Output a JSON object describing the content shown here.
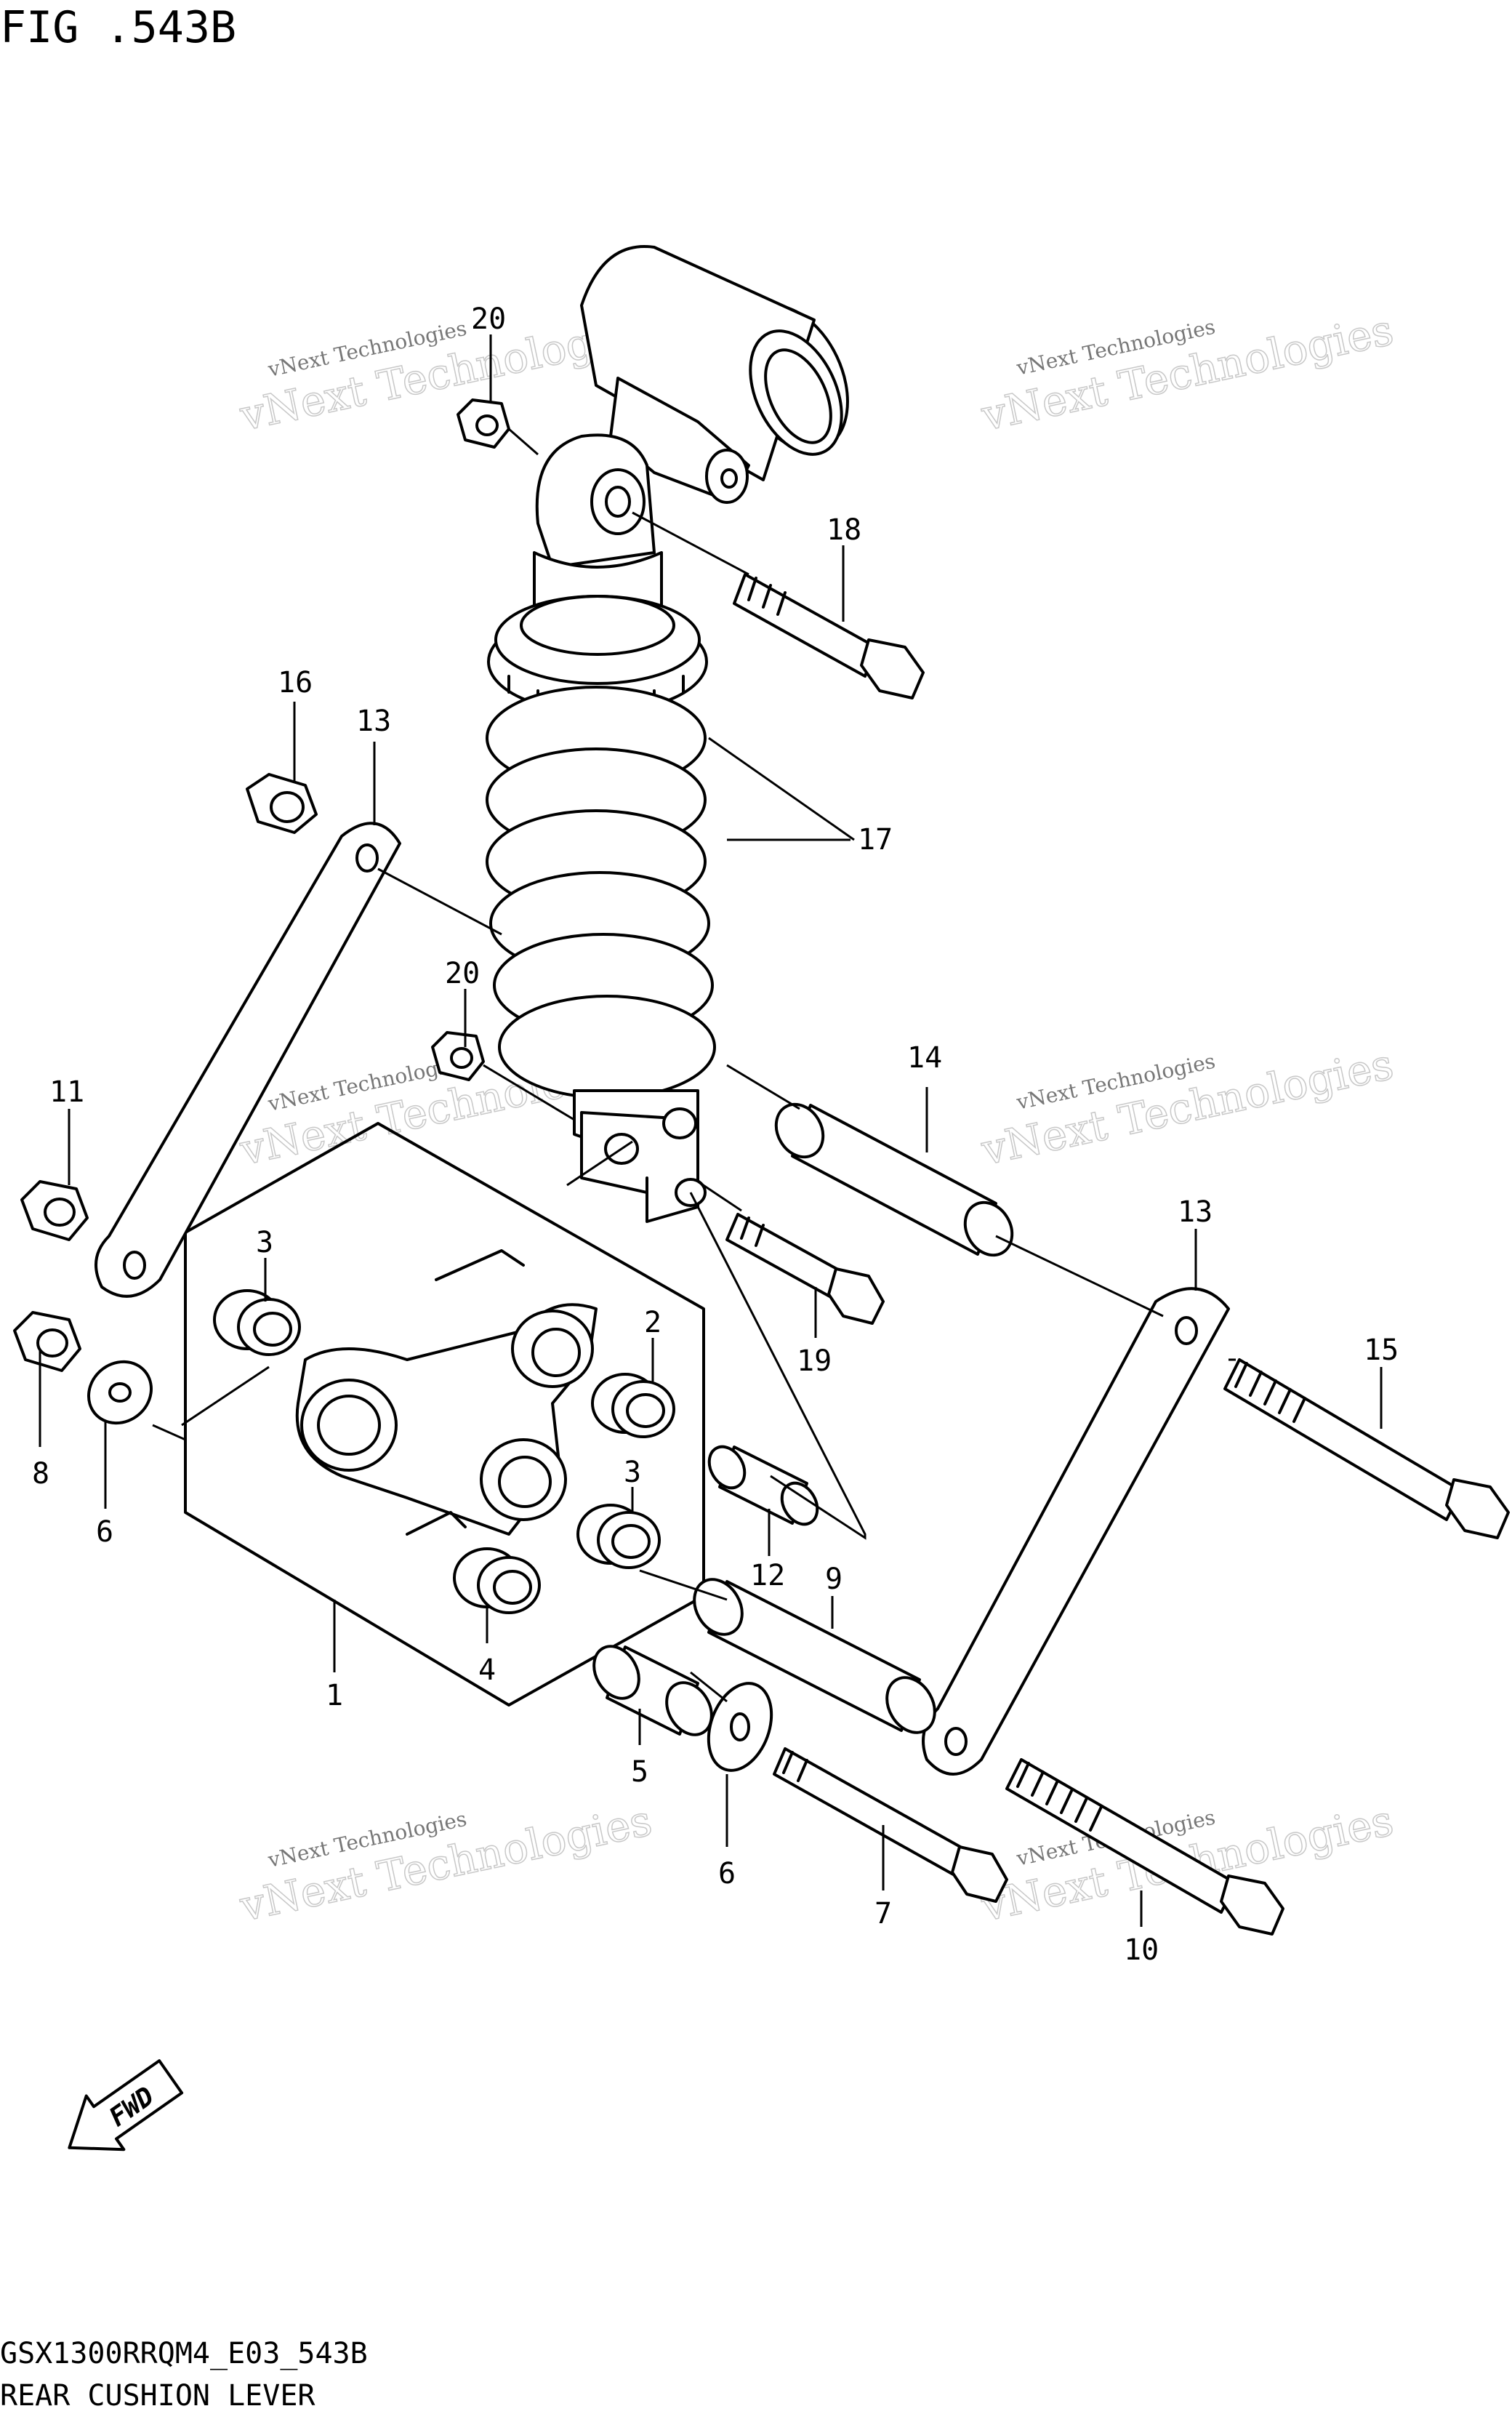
{
  "figure": {
    "title": "FIG .543B",
    "code": "GSX1300RRQM4_E03_543B",
    "caption": "REAR CUSHION LEVER"
  },
  "fwd_label": "FWD",
  "watermark": {
    "line1": "vNext Technologies",
    "line2": "vNext Technologies"
  },
  "callouts": {
    "c1": "1",
    "c2": "2",
    "c3a": "3",
    "c3b": "3",
    "c4": "4",
    "c5": "5",
    "c6a": "6",
    "c6b": "6",
    "c7": "7",
    "c8": "8",
    "c9": "9",
    "c10": "10",
    "c11": "11",
    "c12": "12",
    "c13a": "13",
    "c13b": "13",
    "c14": "14",
    "c15": "15",
    "c16": "16",
    "c17": "17",
    "c18": "18",
    "c19": "19",
    "c20a": "20",
    "c20b": "20"
  }
}
